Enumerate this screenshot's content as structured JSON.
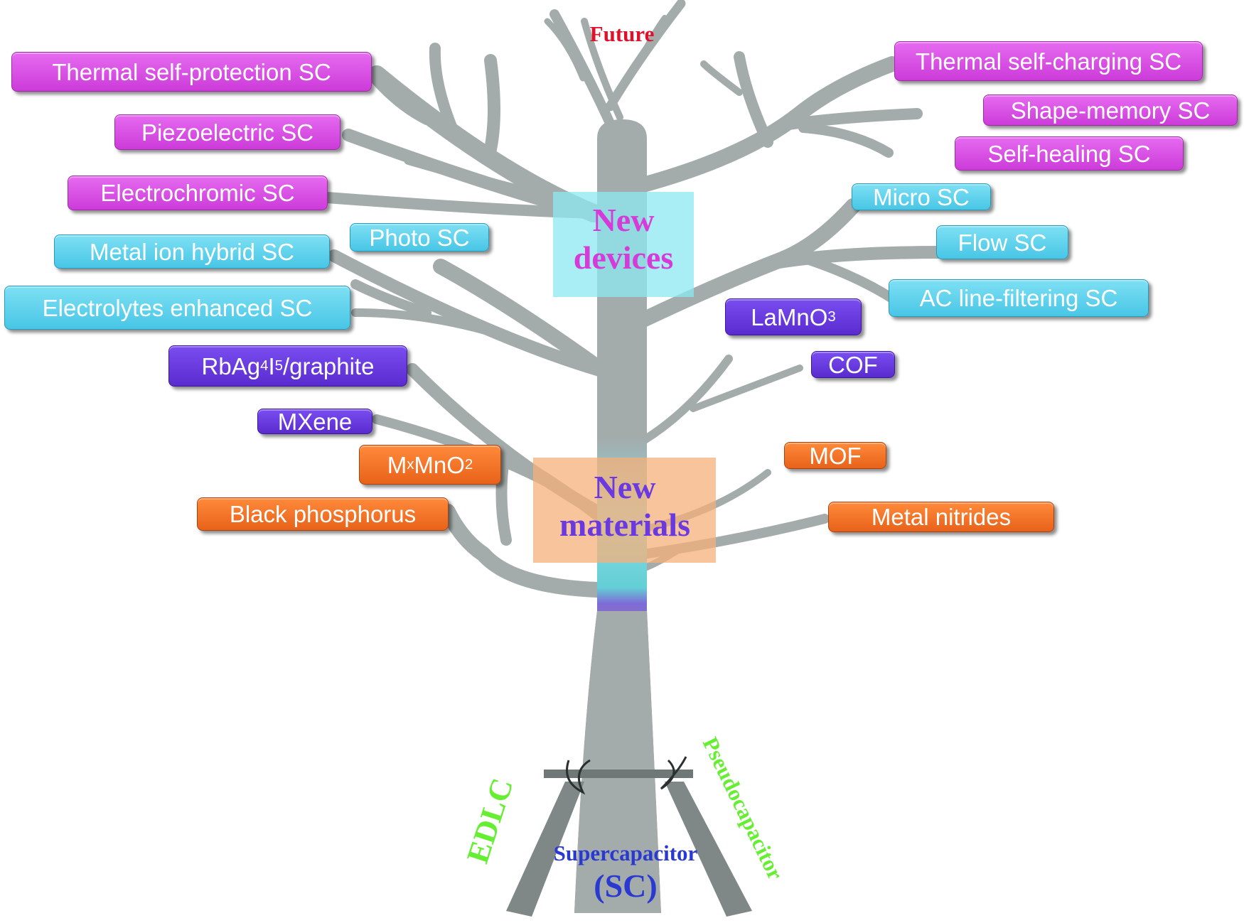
{
  "top_label": "Future",
  "zones": {
    "devices": {
      "line1": "New",
      "line2": "devices"
    },
    "materials": {
      "line1": "New",
      "line2": "materials"
    }
  },
  "root": {
    "left": "EDLC",
    "right": "Pseudocapacitor",
    "center_line1": "Supercapacitor",
    "center_line2": "(SC)"
  },
  "device_tags": {
    "thermal_self_protection": "Thermal self-protection  SC",
    "piezoelectric": "Piezoelectric  SC",
    "electrochromic": "Electrochromic  SC",
    "thermal_self_charging": "Thermal self-charging  SC",
    "shape_memory": "Shape-memory  SC",
    "self_healing": "Self-healing  SC",
    "photo": "Photo SC",
    "metal_ion_hybrid": "Metal ion hybrid SC",
    "electrolytes_enhanced": "Electrolytes enhanced  SC",
    "micro": "Micro SC",
    "flow": "Flow SC",
    "ac_line_filtering": "AC line-filtering SC"
  },
  "material_tags": {
    "rbag4i5": {
      "a": "RbAg",
      "s1": "4",
      "b": "I",
      "s2": "5",
      "c": "/graphite"
    },
    "mxene": "MXene",
    "mxmno2": {
      "a": "M",
      "s1": "x",
      "b": "MnO",
      "s2": "2"
    },
    "black_phosphorus": "Black phosphorus",
    "lamno3": {
      "a": "LaMnO",
      "s1": "3"
    },
    "cof": "COF",
    "mof": "MOF",
    "metal_nitrides": "Metal nitrides"
  },
  "colors": {
    "tree": "#a3abab",
    "future": "#e0102a",
    "new_devices_text": "#d63ad8",
    "new_materials_text": "#6a3ae0",
    "root_side_text": "#66ee33",
    "root_center_text": "#2a3ad0",
    "devices_zone": "#8ee8f2",
    "materials_zone": "#f5b07a"
  }
}
